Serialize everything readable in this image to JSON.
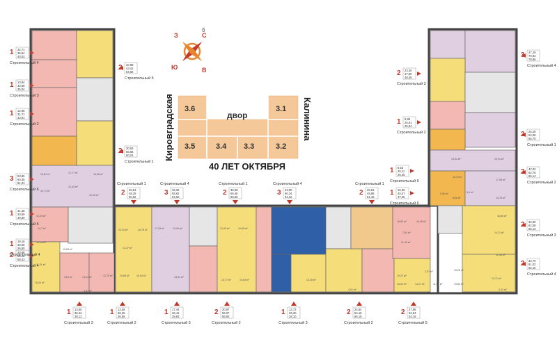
{
  "compass": {
    "n": "С",
    "s": "Ю",
    "w": "З",
    "e": "В",
    "b": "б"
  },
  "courtyard": {
    "label": "двор",
    "street_bottom": "40 ЛЕТ ОКТЯБРЯ",
    "street_left": "Кировградская",
    "street_right": "Калинина",
    "blocks": [
      "3.6",
      "3.1",
      "3.5",
      "3.4",
      "3.3",
      "3.2"
    ]
  },
  "stroit": {
    "s1": "Строительный 1",
    "s2": "Строительный 2",
    "s3": "Строительный 3",
    "s4": "Строительный 4",
    "s5": "Строительный 5",
    "s6": "Строительный 6",
    "sp4": "Строи-тельный 4",
    "sp5": "Строи-тельный 5",
    "sp6": "Строи-тельный 6"
  },
  "callouts": [
    {
      "id": "L1",
      "rooms": "1",
      "name": "Строительный 4",
      "a": "32,71",
      "b": "36,84",
      "c": "40,03"
    },
    {
      "id": "L2",
      "rooms": "1",
      "name": "Строительный 3",
      "a": "13,84",
      "b": "33,66",
      "c": "35,04"
    },
    {
      "id": "L3",
      "rooms": "1",
      "name": "Строительный 2",
      "a": "12,96",
      "b": "31,71",
      "c": "33,91"
    },
    {
      "id": "L4",
      "rooms": "2",
      "name": "Строительный 5",
      "a": "20,98",
      "b": "43,41",
      "c": "64,82"
    },
    {
      "id": "L5",
      "rooms": "2",
      "name": "Строительный 1",
      "a": "30,53",
      "b": "56,56",
      "c": "60,21"
    },
    {
      "id": "L6",
      "rooms": "3",
      "name": "Строительный 6",
      "a": "53,85",
      "b": "60,35",
      "c": "81,03"
    },
    {
      "id": "L7",
      "rooms": "1",
      "name": "Строительный 5",
      "a": "31,48",
      "b": "33,69",
      "c": "49,30"
    },
    {
      "id": "L8",
      "rooms": "2",
      "name": "Строительный 4",
      "a": "30,88",
      "b": "55,08",
      "c": "58,43"
    },
    {
      "id": "B1",
      "rooms": "1",
      "name": "Строительный 3",
      "a": "13,55",
      "b": "36,42",
      "c": "38,13"
    },
    {
      "id": "B2",
      "rooms": "1",
      "name": "Строительный 2",
      "a": "13,58",
      "b": "36,35",
      "c": "36,68"
    },
    {
      "id": "B3",
      "rooms": "1",
      "name": "Строительный 3",
      "a": "17,44",
      "b": "36,41",
      "c": "39,83"
    },
    {
      "id": "B4",
      "rooms": "2",
      "name": "Строительный 2",
      "a": "30,87",
      "b": "56,07",
      "c": "56,93"
    },
    {
      "id": "B5",
      "rooms": "1",
      "name": "Строительный 3",
      "a": "13,73",
      "b": "36,30",
      "c": "38,10"
    },
    {
      "id": "B6",
      "rooms": "2",
      "name": "Строительный 2",
      "a": "24,84",
      "b": "54,18",
      "c": "56,19"
    },
    {
      "id": "B7",
      "rooms": "2",
      "name": "Строительный 5",
      "a": "27,88",
      "b": "52,94",
      "c": "54,19"
    },
    {
      "id": "T1",
      "rooms": "2",
      "name": "Строительный 1",
      "a": "25,53",
      "b": "48,25",
      "c": "50,82"
    },
    {
      "id": "T2",
      "rooms": "3",
      "name": "Строительный 4",
      "a": "36,38",
      "b": "58,62",
      "c": "84,60"
    },
    {
      "id": "T3",
      "rooms": "2",
      "name": "Строительный 1",
      "a": "36,59",
      "b": "66,48",
      "c": "68,66"
    },
    {
      "id": "T4",
      "rooms": "3",
      "name": "Строительный 4",
      "a": "43,80",
      "b": "60,34",
      "c": "94,32"
    },
    {
      "id": "T5",
      "rooms": "2",
      "name": "Строительный 1",
      "a": "26,81",
      "b": "49,88",
      "c": "51,18"
    },
    {
      "id": "R1",
      "rooms": "3",
      "name": "Строительный 4",
      "a": "27,29",
      "b": "70,84",
      "c": "78,86"
    },
    {
      "id": "R2",
      "rooms": "2",
      "name": "Строительный 3",
      "a": "23,40",
      "b": "47,80",
      "c": "48,48"
    },
    {
      "id": "R3",
      "rooms": "1",
      "name": "Строительный 2",
      "a": "9,85",
      "b": "25,81",
      "c": "25,94"
    },
    {
      "id": "R4",
      "rooms": "2",
      "name": "Строительный 1",
      "a": "25,28",
      "b": "52,08",
      "c": "55,70"
    },
    {
      "id": "R5",
      "rooms": "1",
      "name": "Строительный 6",
      "a": "8,53",
      "b": "25,11",
      "c": "26,45"
    },
    {
      "id": "R6",
      "rooms": "2",
      "name": "Строительный 2",
      "a": "42,02",
      "b": "62,78",
      "c": "65,14"
    },
    {
      "id": "R7",
      "rooms": "1",
      "name": "Строительный 6",
      "a": "16,36",
      "b": "45,07",
      "c": "47,25"
    },
    {
      "id": "R8",
      "rooms": "2",
      "name": "Строительный 3",
      "a": "32,60",
      "b": "62,08",
      "c": "65,13"
    },
    {
      "id": "R9",
      "rooms": "2",
      "name": "Строительный 4",
      "a": "34,70",
      "b": "61,02",
      "c": "62,15"
    },
    {
      "id": "S4",
      "rooms": "1",
      "name": "Строи-тельный 4",
      "a": "19,16",
      "b": "36,06",
      "c": "36,60"
    }
  ],
  "rooms": {
    "r1": "19,81 м²",
    "r2": "17,77 м²",
    "r3": "16,98 м²",
    "r4": "19,71 м²",
    "r5": "10,40 м²",
    "r6": "12,16 м²",
    "r7": "12,29 м²",
    "r8": "14,7 м²",
    "r9": "10,18 м²",
    "r10": "15,63 м²",
    "r11": "11,01 м²",
    "r12": "13,2 м²",
    "r13": "14,24 м²",
    "r14": "12,29 м²",
    "r15": "19,86 м²",
    "r16": "19,24 м²",
    "r17": "20,03 м²",
    "r18": "16,78 м²",
    "r19": "12,37 м²",
    "r20": "16,04 м²",
    "r21": "17,29 м²",
    "r22": "19,93 м²",
    "r23": "14,51 м²",
    "r24": "21,89 м²",
    "r25": "16,86 м²",
    "r26": "13,77 м²",
    "r27": "19,84 м²",
    "r28": "13,55 м²",
    "r29": "18,63 м²",
    "r30": "16,06 м²",
    "r31": "7,54 м²",
    "r32": "11,45 м²",
    "r33": "19,22 м²",
    "r34": "15,09 м²",
    "r35": "14,17 м²",
    "r36": "11,99 м²",
    "r37": "19,65 м²",
    "r38": "19,26 м²",
    "r39": "12,71 м²",
    "r40": "4,24 м²",
    "r41": "16,86 м²",
    "r42": "14,31 м²",
    "r43": "12,48 м²",
    "r44": "15,78 м²",
    "r45": "17,08 м²",
    "r46": "12,01 м²",
    "r47": "13,54 м²",
    "r48": "16,73 м²",
    "r49": "5,4 м²",
    "r50": "8,88 м²",
    "r51": "9,55 м²",
    "r52": "2,97 м²",
    "r53": "3,47 м²",
    "r54": "4,61 м²"
  }
}
